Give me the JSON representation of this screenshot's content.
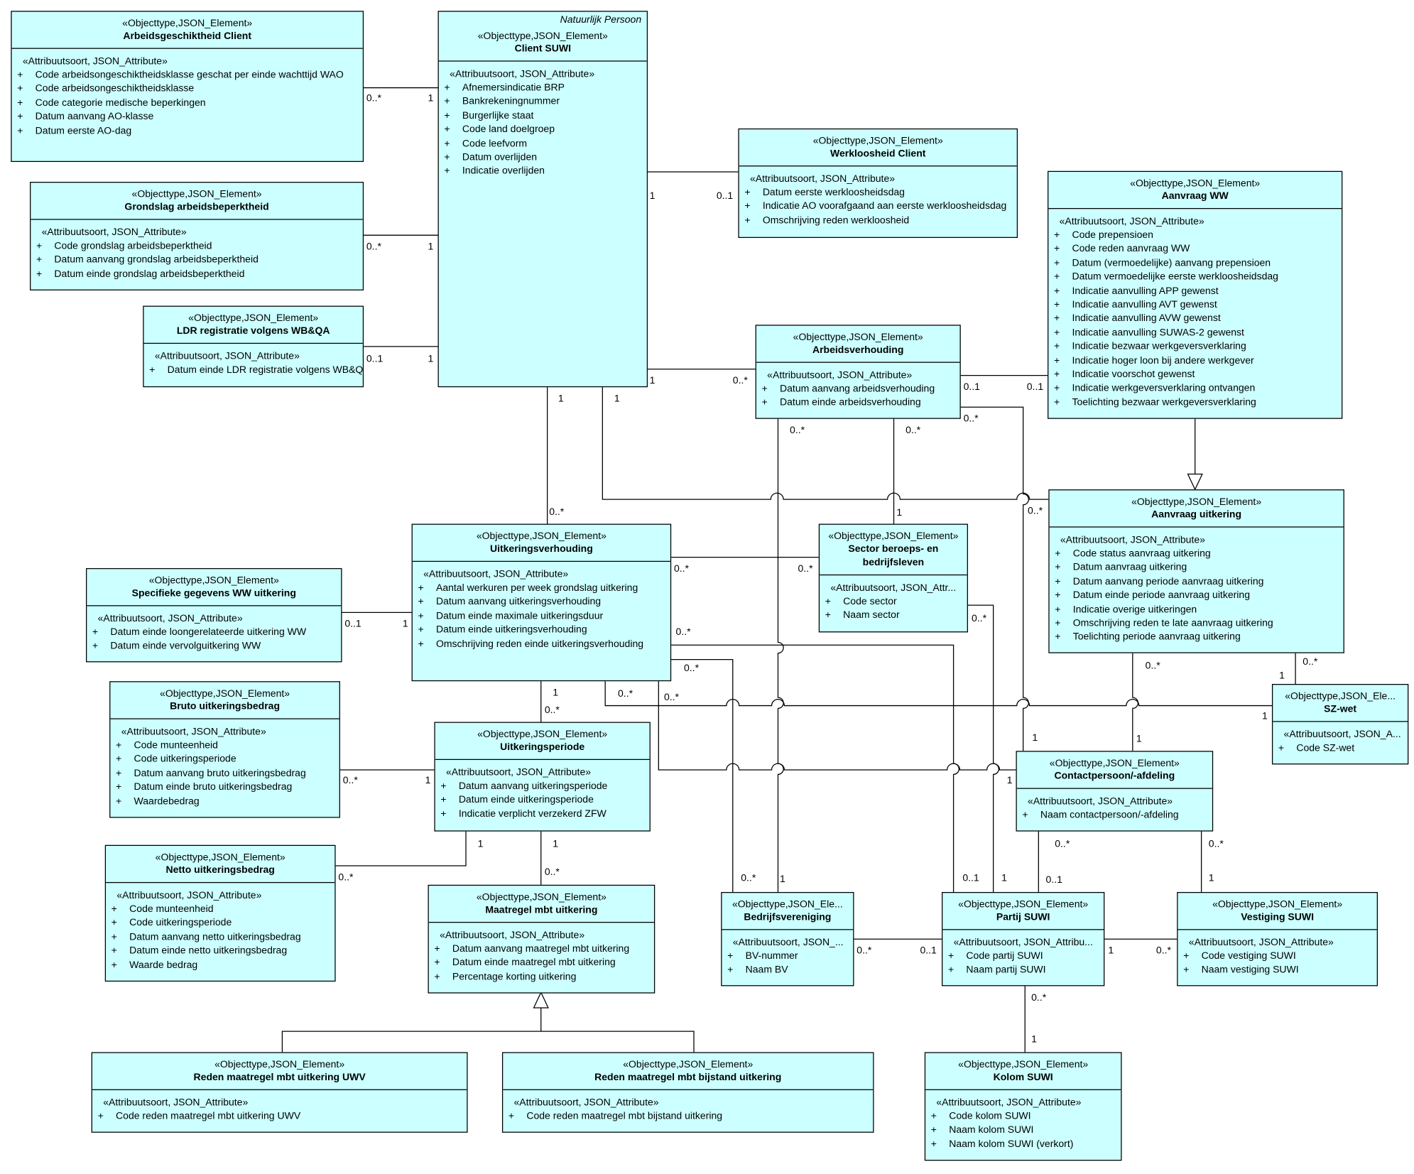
{
  "stereotype": "«Objecttype,JSON_Element»",
  "attr_stereotype": "«Attribuutsoort, JSON_Attribute»",
  "classes": {
    "arbeidsgeschiktheid": {
      "name": "Arbeidsgeschiktheid Client",
      "attrs": [
        "Code arbeidsongeschiktheidsklasse geschat per einde wachttijd WAO",
        "Code arbeidsongeschiktheidsklasse",
        "Code categorie medische beperkingen",
        "Datum aanvang AO-klasse",
        "Datum eerste AO-dag"
      ]
    },
    "grondslag": {
      "name": "Grondslag arbeidsbeperktheid",
      "attrs": [
        "Code grondslag arbeidsbeperktheid",
        "Datum aanvang grondslag arbeidsbeperktheid",
        "Datum einde grondslag arbeidsbeperktheid"
      ]
    },
    "ldr": {
      "name": "LDR registratie volgens WB&QA",
      "attrs": [
        "Datum einde LDR registratie volgens WB&QA"
      ]
    },
    "client": {
      "name": "Client SUWI",
      "abstract_note": "Natuurlijk Persoon",
      "attrs": [
        "Afnemersindicatie BRP",
        "Bankrekeningnummer",
        "Burgerlijke staat",
        "Code land doelgroep",
        "Code leefvorm",
        "Datum overlijden",
        "Indicatie overlijden"
      ]
    },
    "werkloosheid": {
      "name": "Werkloosheid Client",
      "attrs": [
        "Datum eerste werkloosheidsdag",
        "Indicatie AO voorafgaand aan eerste werkloosheidsdag",
        "Omschrijving reden werkloosheid"
      ]
    },
    "aanvraagww": {
      "name": "Aanvraag WW",
      "attrs": [
        "Code prepensioen",
        "Code reden aanvraag WW",
        "Datum (vermoedelijke) aanvang prepensioen",
        "Datum vermoedelijke eerste werkloosheidsdag",
        "Indicatie aanvulling APP gewenst",
        "Indicatie aanvulling AVT gewenst",
        "Indicatie aanvulling AVW gewenst",
        "Indicatie aanvulling SUWAS-2 gewenst",
        "Indicatie bezwaar werkgeversverklaring",
        "Indicatie hoger loon bij andere werkgever",
        "Indicatie voorschot gewenst",
        "Indicatie werkgeversverklaring ontvangen",
        "Toelichting bezwaar werkgeversverklaring"
      ]
    },
    "arbeidsverhouding": {
      "name": "Arbeidsverhouding",
      "attrs": [
        "Datum aanvang arbeidsverhouding",
        "Datum einde arbeidsverhouding"
      ]
    },
    "aanvraaguitkering": {
      "name": "Aanvraag uitkering",
      "attrs": [
        "Code status aanvraag uitkering",
        "Datum aanvraag uitkering",
        "Datum aanvang periode aanvraag uitkering",
        "Datum einde periode aanvraag uitkering",
        "Indicatie overige uitkeringen",
        "Omschrijving reden te late aanvraag uitkering",
        "Toelichting periode aanvraag uitkering"
      ]
    },
    "uitkeringsverhouding": {
      "name": "Uitkeringsverhouding",
      "attrs": [
        "Aantal werkuren per week grondslag uitkering",
        "Datum aanvang uitkeringsverhouding",
        "Datum einde maximale uitkeringsduur",
        "Datum einde uitkeringsverhouding",
        "Omschrijving reden einde uitkeringsverhouding"
      ]
    },
    "sector": {
      "name": "Sector beroeps- en bedrijfsleven",
      "attr_stereotype": "«Attribuutsoort, JSON_Attr...",
      "attrs": [
        "Code sector",
        "Naam sector"
      ]
    },
    "specifiekeww": {
      "name": "Specifieke gegevens WW uitkering",
      "attrs": [
        "Datum einde loongerelateerde uitkering WW",
        "Datum einde vervolguitkering WW"
      ]
    },
    "bruto": {
      "name": "Bruto uitkeringsbedrag",
      "attrs": [
        "Code munteenheid",
        "Code uitkeringsperiode",
        "Datum aanvang bruto uitkeringsbedrag",
        "Datum einde bruto uitkeringsbedrag",
        "Waardebedrag"
      ]
    },
    "uitkeringsperiode": {
      "name": "Uitkeringsperiode",
      "attrs": [
        "Datum aanvang uitkeringsperiode",
        "Datum einde uitkeringsperiode",
        "Indicatie verplicht verzekerd ZFW"
      ]
    },
    "szwet": {
      "name": "SZ-wet",
      "stereotype": "«Objecttype,JSON_Ele...",
      "attr_stereotype": "«Attribuutsoort, JSON_A...",
      "attrs": [
        "Code SZ-wet"
      ]
    },
    "contactpersoon": {
      "name": "Contactpersoon/-afdeling",
      "attrs": [
        "Naam contactpersoon/-afdeling"
      ]
    },
    "netto": {
      "name": "Netto uitkeringsbedrag",
      "attrs": [
        "Code munteenheid",
        "Code uitkeringsperiode",
        "Datum aanvang netto uitkeringsbedrag",
        "Datum einde netto uitkeringsbedrag",
        "Waarde bedrag"
      ]
    },
    "maatregel": {
      "name": "Maatregel mbt uitkering",
      "attrs": [
        "Datum aanvang maatregel mbt uitkering",
        "Datum einde maatregel mbt uitkering",
        "Percentage korting uitkering"
      ]
    },
    "bedrijfsvereniging": {
      "name": "Bedrijfsvereniging",
      "stereotype": "«Objecttype,JSON_Ele...",
      "attr_stereotype": "«Attribuutsoort, JSON_...",
      "attrs": [
        "BV-nummer",
        "Naam BV"
      ]
    },
    "partij": {
      "name": "Partij SUWI",
      "attr_stereotype": "«Attribuutsoort, JSON_Attribu...",
      "attrs": [
        "Code partij SUWI",
        "Naam partij SUWI"
      ]
    },
    "vestiging": {
      "name": "Vestiging SUWI",
      "attrs": [
        "Code vestiging SUWI",
        "Naam vestiging SUWI"
      ]
    },
    "redenuwv": {
      "name": "Reden maatregel mbt uitkering UWV",
      "attrs": [
        "Code reden maatregel mbt uitkering UWV"
      ]
    },
    "redenbijstand": {
      "name": "Reden maatregel mbt bijstand uitkering",
      "attrs": [
        "Code reden maatregel mbt bijstand uitkering"
      ]
    },
    "kolom": {
      "name": "Kolom SUWI",
      "attrs": [
        "Code kolom SUWI",
        "Naam kolom SUWI",
        "Naam kolom SUWI (verkort)"
      ]
    }
  },
  "multiplicities": {
    "ag_many": "0..*",
    "ag_one": "1",
    "gr_many": "0..*",
    "gr_one": "1",
    "ldr_opt": "0..1",
    "ldr_one": "1",
    "wl_one": "1",
    "wl_opt": "0..1",
    "av_one": "1",
    "av_many": "0..*",
    "av_aw_l": "0..1",
    "av_aw_r": "0..1",
    "av_bv": "0..*",
    "av_sector": "0..*",
    "av_ctc": "0..*",
    "sector_one": "1",
    "cl_uv_one": "1",
    "cl_au_one": "1",
    "uv_cl_many": "0..*",
    "au_av": "0..*",
    "uv_sector_l": "0..*",
    "uv_sector_r": "0..*",
    "spec_opt": "0..1",
    "spec_one": "1",
    "uv_partij": "0..*",
    "uv_bv": "0..*",
    "uv_sz": "0..*",
    "uv_ctc": "0..*",
    "uv_up_one": "1",
    "up_many": "0..*",
    "sector_partij": "0..*",
    "au_partij": "0..*",
    "au_sz_one": "1",
    "au_sz_many": "0..*",
    "sz_one": "1",
    "bruto_many": "0..*",
    "bruto_one": "1",
    "ctc_av_one": "1",
    "ctc_au_one": "1",
    "ctc_uv_one": "1",
    "netto_one": "1",
    "netto_many": "0..*",
    "up_mr_one": "1",
    "mr_many": "0..*",
    "ctc_partij_many": "0..*",
    "ctc_vest_many": "0..*",
    "bv_one": "1",
    "partij_opt": "0..1",
    "partij_one": "1",
    "partij_opt2": "0..1",
    "vest_one": "1",
    "bv_many": "0..*",
    "partij_bv_opt": "0..1",
    "partij_vest_one": "1",
    "vest_many": "0..*",
    "partij_kolom_many": "0..*",
    "kolom_one": "1"
  },
  "colors": {
    "class_fill": "#ccffff",
    "line": "#000000"
  }
}
